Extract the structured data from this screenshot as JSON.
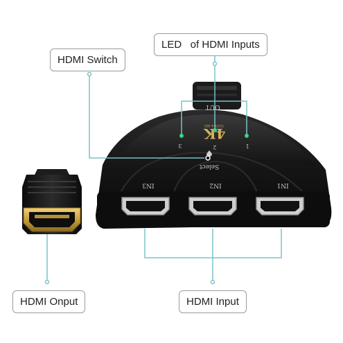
{
  "callouts": {
    "hdmi_switch": "HDMI Switch",
    "led_inputs": "LED   of HDMI Inputs",
    "hdmi_onput": "HDMI Onput",
    "hdmi_input": "HDMI Input"
  },
  "device": {
    "out_label": "OUT",
    "brand_4k": "4K",
    "ultra_hd": "ULTRA HD",
    "select_label": "Select",
    "led_numbers": [
      "3",
      "2",
      "1"
    ],
    "port_labels": [
      "IN3",
      "IN2",
      "IN1"
    ]
  },
  "colors": {
    "callout_line": "#79c3c9",
    "device_body": "#151515",
    "led": "#2fd47a",
    "gold": "#caa245"
  }
}
